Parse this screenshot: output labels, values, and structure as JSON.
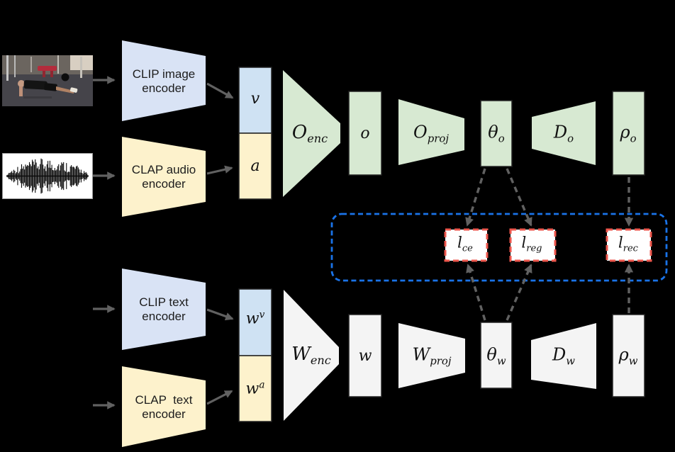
{
  "figure": {
    "kind": "multimodal encoder-decoder architecture diagram",
    "media": {
      "video_frame_alt": "gym push-up exercise video frame",
      "audio_waveform_alt": "audio waveform"
    }
  },
  "encoders": {
    "clip_image": {
      "line1": "CLIP image",
      "line2": "encoder"
    },
    "clap_audio": {
      "line1": "CLAP audio",
      "line2": "encoder"
    },
    "clip_text": {
      "line1": "CLIP text",
      "line2": "encoder"
    },
    "clap_text": {
      "line1": "CLAP  text",
      "line2": "encoder"
    }
  },
  "nodes": {
    "v": {
      "base": "v"
    },
    "a": {
      "base": "a"
    },
    "o_enc": {
      "base": "O",
      "sub": "enc"
    },
    "o": {
      "base": "o"
    },
    "o_proj": {
      "base": "O",
      "sub": "proj"
    },
    "theta_o": {
      "base": "θ",
      "sub": "o"
    },
    "d_o": {
      "base": "D",
      "sub": "o"
    },
    "rho_o": {
      "base": "ρ",
      "sub": "o"
    },
    "w_sup_v": {
      "base": "w",
      "sup": "v"
    },
    "w_sup_a": {
      "base": "w",
      "sup": "a"
    },
    "w_enc": {
      "base": "W",
      "sub": "enc"
    },
    "w": {
      "base": "w"
    },
    "w_proj": {
      "base": "W",
      "sub": "proj"
    },
    "theta_w": {
      "base": "θ",
      "sub": "w"
    },
    "d_w": {
      "base": "D",
      "sub": "w"
    },
    "rho_w": {
      "base": "ρ",
      "sub": "w"
    }
  },
  "losses": {
    "l_ce": {
      "base": "l",
      "sub": "ce"
    },
    "l_reg": {
      "base": "l",
      "sub": "reg"
    },
    "l_rec": {
      "base": "l",
      "sub": "rec"
    }
  },
  "colors": {
    "background": "#000000",
    "blue_block": "#d9e3f5",
    "blue_box": "#cfe2f3",
    "yellow_block": "#fdf2cc",
    "green_block": "#d7e9d2",
    "gray_block": "#f4f4f4",
    "loss_fill": "#ffffff",
    "loss_border": "#ee564c",
    "group_border": "#1a73e8",
    "arrow": "#616161",
    "box_border": "#222222",
    "text": "#1d1d1d"
  }
}
